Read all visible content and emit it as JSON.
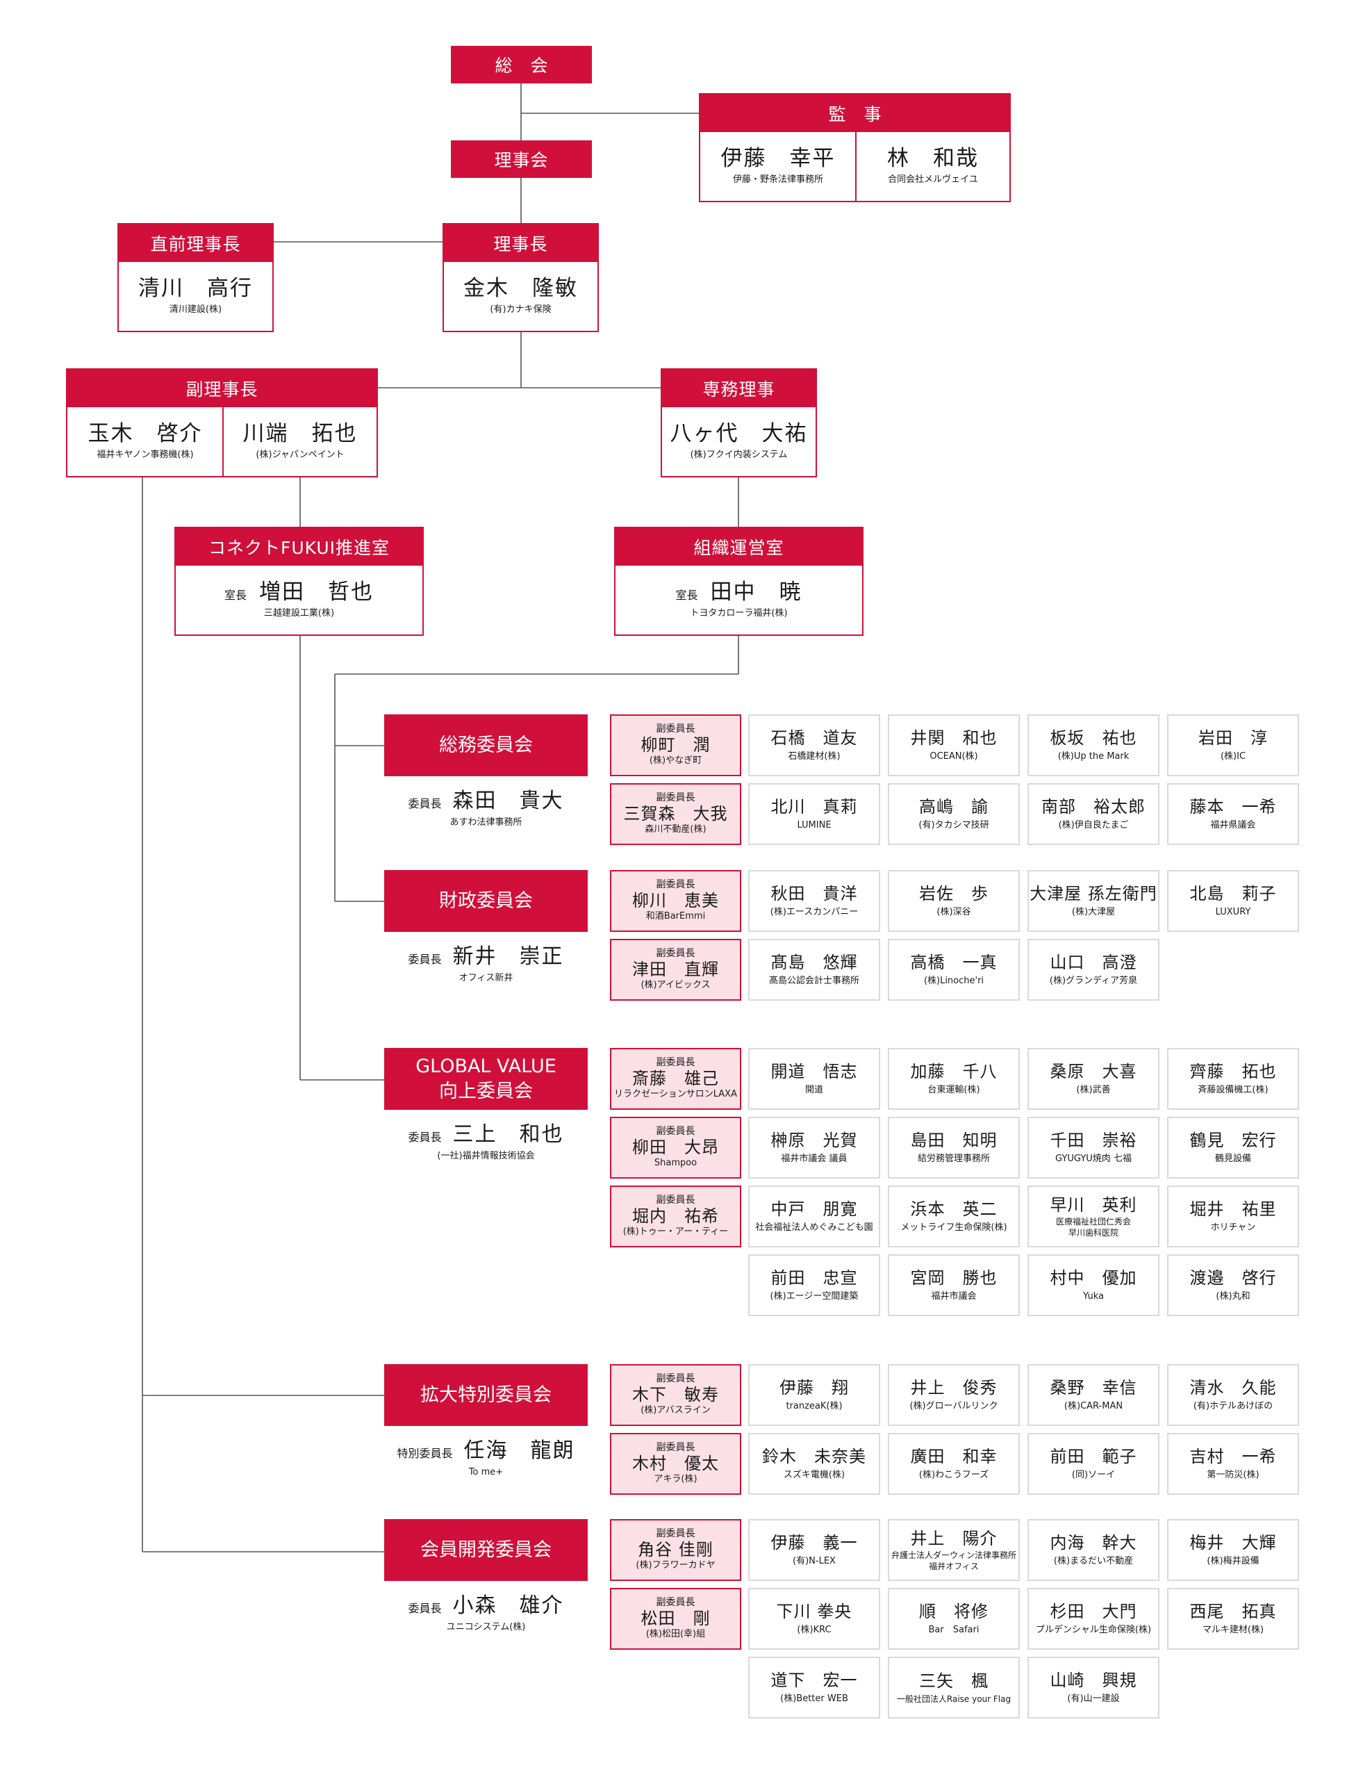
{
  "colors": {
    "accent": "#d0103a",
    "vice_fill": "#fbe1e6",
    "card_border": "#d9d9d9",
    "line": "#555555"
  },
  "general_meeting": {
    "label": "総会"
  },
  "auditors": {
    "label": "監事",
    "people": [
      {
        "name": "伊藤　幸平",
        "org": "伊藤・野条法律事務所"
      },
      {
        "name": "林　和哉",
        "org": "合同会社メルヴェイユ"
      }
    ]
  },
  "board": {
    "label": "理事会"
  },
  "past_president": {
    "label": "直前理事長",
    "name": "清川　高行",
    "org": "清川建設(株)"
  },
  "president": {
    "label": "理事長",
    "name": "金木　隆敏",
    "org": "(有)カナキ保険"
  },
  "vice_presidents": {
    "label": "副理事長",
    "people": [
      {
        "name": "玉木　啓介",
        "org": "福井キヤノン事務機(株)"
      },
      {
        "name": "川端　拓也",
        "org": "(株)ジャパンペイント"
      }
    ]
  },
  "executive_director": {
    "label": "専務理事",
    "name": "八ヶ代　大祐",
    "org": "(株)フクイ内装システム"
  },
  "connect_office": {
    "label": "コネクトFUKUI推進室",
    "role": "室長",
    "name": "増田　哲也",
    "org": "三越建設工業(株)"
  },
  "org_office": {
    "label": "組織運営室",
    "role": "室長",
    "name": "田中　暁",
    "org": "トヨタカローラ福井(株)"
  },
  "committees": [
    {
      "name_lines": [
        "総務委員会"
      ],
      "chair_role": "委員長",
      "chair_name": "森田　貴大",
      "chair_org": "あすわ法律事務所",
      "vice_role": "副委員長",
      "vices": [
        {
          "name": "柳町　潤",
          "org": "(株)やなぎ町"
        },
        {
          "name": "三賀森　大我",
          "org": "森川不動産(株)"
        }
      ],
      "members": [
        {
          "name": "石橋　道友",
          "org": "石橋建材(株)"
        },
        {
          "name": "井関　和也",
          "org": "OCEAN(株)"
        },
        {
          "name": "板坂　祐也",
          "org": "(株)Up the Mark"
        },
        {
          "name": "岩田　淳",
          "org": "(株)IC"
        },
        {
          "name": "北川　真莉",
          "org": "LUMINE"
        },
        {
          "name": "高嶋　諭",
          "org": "(有)タカシマ技研"
        },
        {
          "name": "南部　裕太郎",
          "org": "(株)伊自良たまご"
        },
        {
          "name": "藤本　一希",
          "org": "福井県議会"
        }
      ]
    },
    {
      "name_lines": [
        "財政委員会"
      ],
      "chair_role": "委員長",
      "chair_name": "新井　崇正",
      "chair_org": "オフィス新井",
      "vice_role": "副委員長",
      "vices": [
        {
          "name": "柳川　恵美",
          "org": "和酒BarEmmi"
        },
        {
          "name": "津田　直輝",
          "org": "(株)アイビックス"
        }
      ],
      "members": [
        {
          "name": "秋田　貴洋",
          "org": "(株)エースカンパニー"
        },
        {
          "name": "岩佐　歩",
          "org": "(株)深谷"
        },
        {
          "name": "大津屋 孫左衛門",
          "org": "(株)大津屋"
        },
        {
          "name": "北島　莉子",
          "org": "LUXURY"
        },
        {
          "name": "髙島　悠輝",
          "org": "髙島公認会計士事務所"
        },
        {
          "name": "高橋　一真",
          "org": "(株)Linoche'ri"
        },
        {
          "name": "山口　高澄",
          "org": "(株)グランディア芳泉"
        }
      ]
    },
    {
      "name_lines": [
        "GLOBAL VALUE",
        "向上委員会"
      ],
      "chair_role": "委員長",
      "chair_name": "三上　和也",
      "chair_org": "(一社)福井情報技術協会",
      "vice_role": "副委員長",
      "vices": [
        {
          "name": "斎藤　雄己",
          "org": "リラクゼーションサロンLAXA"
        },
        {
          "name": "柳田　大昂",
          "org": "Shampoo"
        },
        {
          "name": "堀内　祐希",
          "org": "(株)トゥー・アー・ティー"
        }
      ],
      "members": [
        {
          "name": "開道　悟志",
          "org": "開道"
        },
        {
          "name": "加藤　千八",
          "org": "台東運輸(株)"
        },
        {
          "name": "桑原　大喜",
          "org": "(株)武善"
        },
        {
          "name": "齊藤　拓也",
          "org": "斉藤設備機工(株)"
        },
        {
          "name": "榊原　光賀",
          "org": "福井市議会 議員"
        },
        {
          "name": "島田　知明",
          "org": "結労務管理事務所"
        },
        {
          "name": "千田　崇裕",
          "org": "GYUGYU焼肉 七福"
        },
        {
          "name": "鶴見　宏行",
          "org": "鶴見設備"
        },
        {
          "name": "中戸　朋寛",
          "org": "社会福祉法人めぐみこども園"
        },
        {
          "name": "浜本　英二",
          "org": "メットライフ生命保険(株)"
        },
        {
          "name": "早川　英利",
          "org": "医療福祉社団仁秀会\n早川歯科医院"
        },
        {
          "name": "堀井　祐里",
          "org": "ホリチャン"
        },
        {
          "name": "前田　忠宣",
          "org": "(株)エージー空間建築"
        },
        {
          "name": "宮岡　勝也",
          "org": "福井市議会"
        },
        {
          "name": "村中　優加",
          "org": "Yuka"
        },
        {
          "name": "渡邉　啓行",
          "org": "(株)丸和"
        }
      ]
    },
    {
      "name_lines": [
        "拡大特別委員会"
      ],
      "chair_role": "特別委員長",
      "chair_name": "任海　龍朗",
      "chair_org": "To me+",
      "vice_role": "副委員長",
      "vices": [
        {
          "name": "木下　敏寿",
          "org": "(株)アバスライン"
        },
        {
          "name": "木村　優太",
          "org": "アキラ(株)"
        }
      ],
      "members": [
        {
          "name": "伊藤　翔",
          "org": "tranzeaK(株)"
        },
        {
          "name": "井上　俊秀",
          "org": "(株)グローバルリンク"
        },
        {
          "name": "桑野　幸信",
          "org": "(株)CAR-MAN"
        },
        {
          "name": "清水　久能",
          "org": "(有)ホテルあけぼの"
        },
        {
          "name": "鈴木　未奈美",
          "org": "スズキ電機(株)"
        },
        {
          "name": "廣田　和幸",
          "org": "(株)わこうフーズ"
        },
        {
          "name": "前田　範子",
          "org": "(同)ソーイ"
        },
        {
          "name": "吉村　一希",
          "org": "第一防災(株)"
        }
      ]
    },
    {
      "name_lines": [
        "会員開発委員会"
      ],
      "chair_role": "委員長",
      "chair_name": "小森　雄介",
      "chair_org": "ユニコシステム(株)",
      "vice_role": "副委員長",
      "vices": [
        {
          "name": "角谷 佳剛",
          "org": "(株)フラワーカドヤ"
        },
        {
          "name": "松田　剛",
          "org": "(株)松田(幸)組"
        }
      ],
      "members": [
        {
          "name": "伊藤　義一",
          "org": "(有)N-LEX"
        },
        {
          "name": "井上　陽介",
          "org": "弁護士法人ダーウィン法律事務所\n福井オフィス"
        },
        {
          "name": "内海　幹大",
          "org": "(株)まるだい不動産"
        },
        {
          "name": "梅井　大輝",
          "org": "(株)梅井設備"
        },
        {
          "name": "下川 拳央",
          "org": "(株)KRC"
        },
        {
          "name": "順　将修",
          "org": "Bar　Safari"
        },
        {
          "name": "杉田　大門",
          "org": "プルデンシャル生命保険(株)"
        },
        {
          "name": "西尾　拓真",
          "org": "マルキ建材(株)"
        },
        {
          "name": "道下　宏一",
          "org": "(株)Better WEB"
        },
        {
          "name": "三矢　楓",
          "org": "一般社団法人Raise your Flag"
        },
        {
          "name": "山崎　興規",
          "org": "(有)山一建設"
        }
      ]
    }
  ]
}
